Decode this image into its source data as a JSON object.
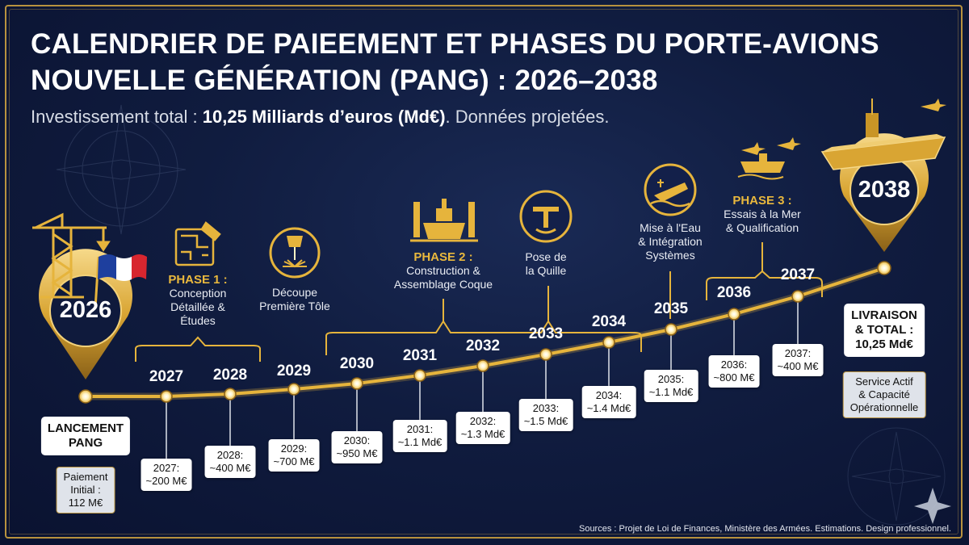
{
  "title_line1": "CALENDRIER DE PAIEEMENT ET PHASES DU PORTE-AVIONS",
  "title_line2": "NOUVELLE GÉNÉRATION (PANG) : 2026–2038",
  "subtitle_prefix": "Investissement total : ",
  "subtitle_total": "10,25 Milliards d’euros (Md€)",
  "subtitle_suffix": ". Données projetées.",
  "start": {
    "year": "2026",
    "label": "LANCEMENT\nPANG",
    "note": "Paiement\nInitial :\n112 M€"
  },
  "end": {
    "year": "2038",
    "label": "LIVRAISON\n& TOTAL :\n10,25 Md€",
    "note": "Service Actif\n& Capacité\nOpérationnelle"
  },
  "years": [
    {
      "year": "2027",
      "payment": "2027:\n~200 M€"
    },
    {
      "year": "2028",
      "payment": "2028:\n~400 M€"
    },
    {
      "year": "2029",
      "payment": "2029:\n~700 M€"
    },
    {
      "year": "2030",
      "payment": "2030:\n~950 M€"
    },
    {
      "year": "2031",
      "payment": "2031:\n~1.1 Md€"
    },
    {
      "year": "2032",
      "payment": "2032:\n~1.3 Md€"
    },
    {
      "year": "2033",
      "payment": "2033:\n~1.5 Md€"
    },
    {
      "year": "2034",
      "payment": "2034:\n~1.4 Md€"
    },
    {
      "year": "2035",
      "payment": "2035:\n~1.1 Md€"
    },
    {
      "year": "2036",
      "payment": "2036:\n~800 M€"
    },
    {
      "year": "2037",
      "payment": "2037:\n~400 M€"
    }
  ],
  "milestones": [
    {
      "phase": "PHASE 1 :",
      "text": "Conception\nDétaillée &\nÉtudes",
      "icon": "blueprint-icon"
    },
    {
      "phase": "",
      "text": "Découpe\nPremière Tôle",
      "icon": "laser-cutter-icon"
    },
    {
      "phase": "PHASE 2 :",
      "text": "Construction &\nAssemblage Coque",
      "icon": "ship-in-drydock-icon"
    },
    {
      "phase": "",
      "text": "Pose de\nla Quille",
      "icon": "keel-icon"
    },
    {
      "phase": "",
      "text": "Mise à l'Eau\n& Intégration\nSystèmes",
      "icon": "ship-launch-icon"
    },
    {
      "phase": "PHASE 3 :",
      "text": "Essais à la Mer\n& Qualification",
      "icon": "carrier-with-jets-icon"
    }
  ],
  "sources": "Sources : Projet de Loi de Finances, Ministère des Armées. Estimations. Design professionnel.",
  "colors": {
    "gold": "#e6b43c",
    "navy": "#101c3f",
    "flag_blue": "#1e3f9e",
    "flag_red": "#d8262f"
  }
}
